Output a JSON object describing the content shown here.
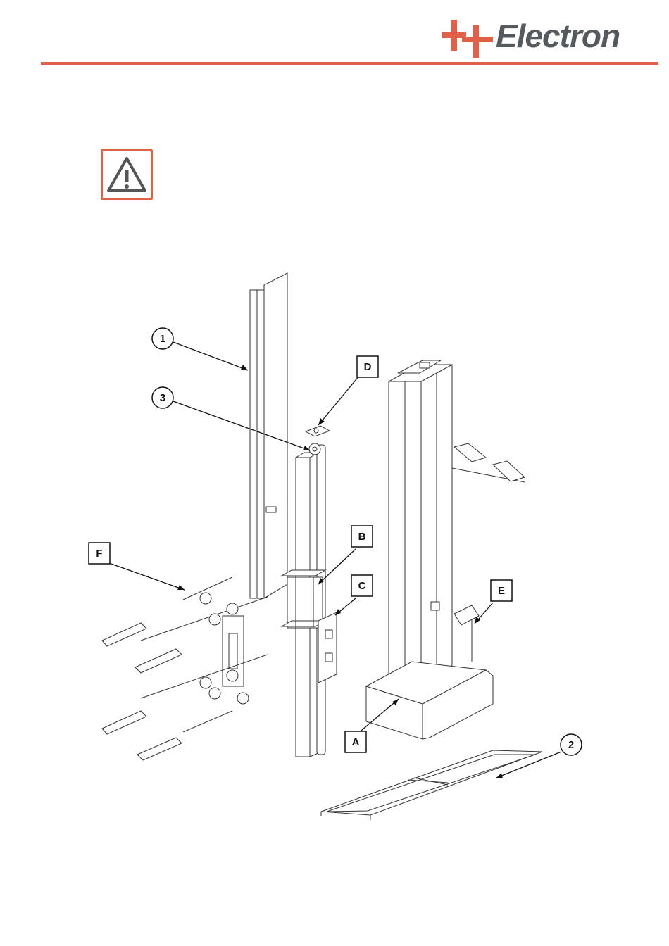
{
  "brand": {
    "name": "Electron",
    "accent_color": "#e0604a",
    "text_color": "#555a5f"
  },
  "warning": {
    "icon": "warning-triangle-icon"
  },
  "figure": {
    "callouts": {
      "n1": "1",
      "n2": "2",
      "n3": "3",
      "A": "A",
      "B": "B",
      "C": "C",
      "D": "D",
      "E": "E",
      "F": "F"
    }
  }
}
